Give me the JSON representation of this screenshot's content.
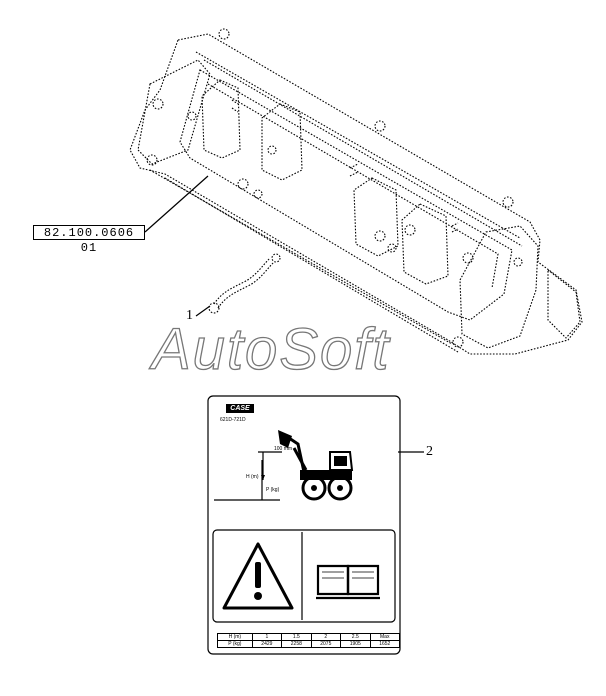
{
  "part_ref": "82.100.0606 01",
  "callouts": [
    "1",
    "2"
  ],
  "watermark": "AutoSoft",
  "decal": {
    "brand": "CASE",
    "model": "621D-721D",
    "dim_label": "100 mm",
    "height_label": "H (m)",
    "load_label": "P (kg)",
    "table": {
      "rows": [
        [
          "H (m)",
          "1",
          "1.5",
          "2",
          "2.5",
          "Max"
        ],
        [
          "P (kg)",
          "2429",
          "2258",
          "2075",
          "1905",
          "1652"
        ]
      ]
    }
  },
  "icons": [
    "bucket-icon",
    "hose-icon",
    "loader-icon",
    "warning-icon",
    "manual-book-icon"
  ]
}
